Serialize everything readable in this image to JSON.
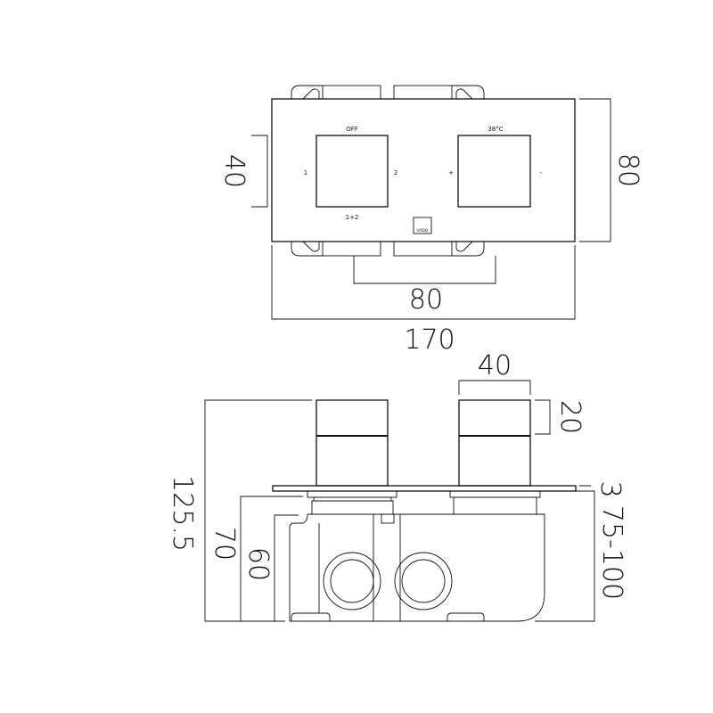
{
  "front_view": {
    "diverter_labels": {
      "top": "OFF",
      "left": "1",
      "right": "2",
      "bottom": "1+2"
    },
    "thermostat_labels": {
      "top": "38°C",
      "left": "+",
      "right": "-"
    },
    "logo": "VADO",
    "dimensions": {
      "knob_height": "40",
      "plate_height": "80",
      "knob_spacing": "80",
      "plate_width": "170"
    }
  },
  "side_view": {
    "dimensions": {
      "knob_width": "40",
      "knob_depth": "20",
      "plate_thickness": "3",
      "wall_depth": "75-100",
      "total_depth": "125.5",
      "body_depth_a": "70",
      "body_depth_b": "60"
    }
  }
}
